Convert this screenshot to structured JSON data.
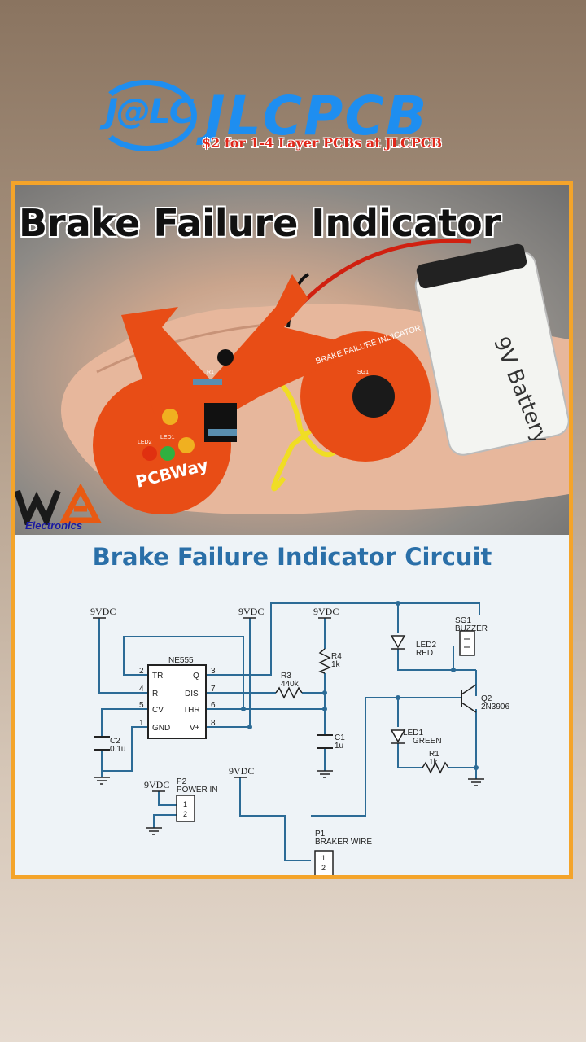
{
  "header": {
    "logo_text": "J@LC",
    "brand": "JLCPCB",
    "promo": "$2 for 1-4 Layer PCBs at JLCPCB"
  },
  "photo": {
    "title": "Brake Failure Indicator",
    "pcb_label": "BRAKE FAILURE INDICATOR",
    "pcb_brand": "PCBWay",
    "battery_label": "9V Battery",
    "sg_label": "SG1",
    "led2_label": "LED2",
    "led1_label": "LED1",
    "r1_label": "R1",
    "watermark_sub": "Electronics"
  },
  "schematic": {
    "title": "Brake Failure Indicator Circuit",
    "ic_name": "NE555",
    "pins_left": [
      "TR",
      "R",
      "CV",
      "GND"
    ],
    "pins_left_num": [
      "2",
      "4",
      "5",
      "1"
    ],
    "pins_right": [
      "Q",
      "DIS",
      "THR",
      "V+"
    ],
    "pins_right_num": [
      "3",
      "7",
      "6",
      "8"
    ],
    "supply": "9VDC",
    "r3": "R3",
    "r3_val": "440k",
    "r4": "R4",
    "r4_val": "1k",
    "c1": "C1",
    "c1_val": "1u",
    "c2": "C2",
    "c2_val": "0.1u",
    "sg1": "SG1",
    "sg1_type": "BUZZER",
    "led2": "LED2",
    "led2_color": "RED",
    "led1": "LED1",
    "led1_color": "GREEN",
    "q2": "Q2",
    "q2_type": "2N3906",
    "r1": "R1",
    "r1_val": "1k",
    "p2": "P2",
    "p2_name": "POWER IN",
    "p1": "P1",
    "p1_name": "BRAKER WIRE",
    "pin1": "1",
    "pin2": "2"
  }
}
